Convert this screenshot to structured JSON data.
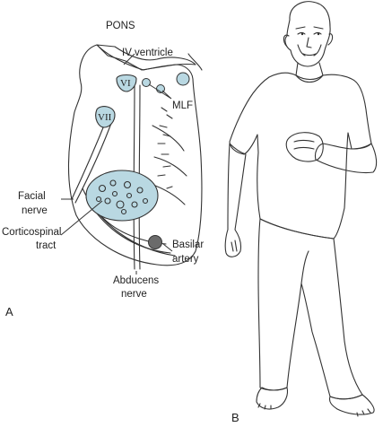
{
  "panel_a": {
    "label": "A",
    "title": "PONS",
    "structures": {
      "ventricle": "IV ventricle",
      "nucleus_6": "VI",
      "nucleus_7": "VII",
      "mlf": "MLF"
    },
    "labels": {
      "facial_nerve_1": "Facial",
      "facial_nerve_2": "nerve",
      "corticospinal_1": "Corticospinal",
      "corticospinal_2": "tract",
      "basilar_1": "Basilar",
      "basilar_2": "artery",
      "abducens_1": "Abducens",
      "abducens_2": "nerve"
    }
  },
  "panel_b": {
    "label": "B"
  },
  "colors": {
    "shirt": "#dcdcdc",
    "pants": "#c3dde5",
    "tract": "#b9d8e2",
    "artery": "#6b6b6b",
    "outline": "#333333"
  }
}
